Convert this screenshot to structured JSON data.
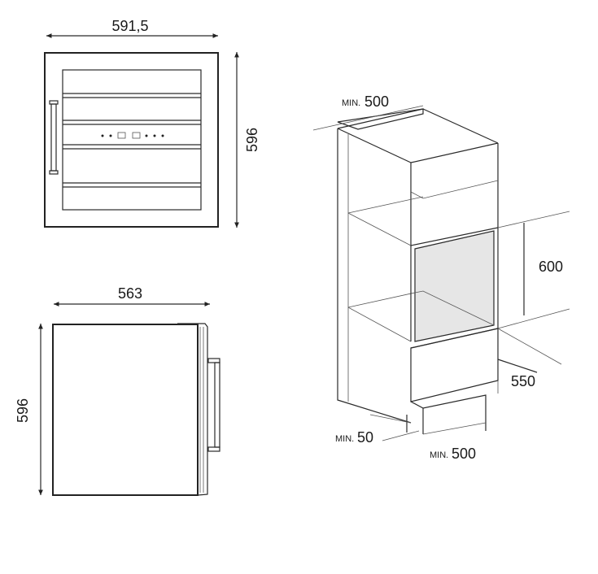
{
  "front_view": {
    "width_label": "591,5",
    "height_label": "596"
  },
  "side_view": {
    "depth_label": "563",
    "height_label": "596"
  },
  "install_view": {
    "top_vent_prefix": "MIN.",
    "top_vent_value": "500",
    "niche_height": "600",
    "niche_depth": "550",
    "bottom_gap_prefix": "MIN.",
    "bottom_gap_value": "50",
    "bottom_vent_prefix": "MIN.",
    "bottom_vent_value": "500"
  },
  "colors": {
    "line": "#2a2a2a",
    "niche_fill": "#e6e6e6",
    "panel_fill": "#f4f4f4"
  }
}
